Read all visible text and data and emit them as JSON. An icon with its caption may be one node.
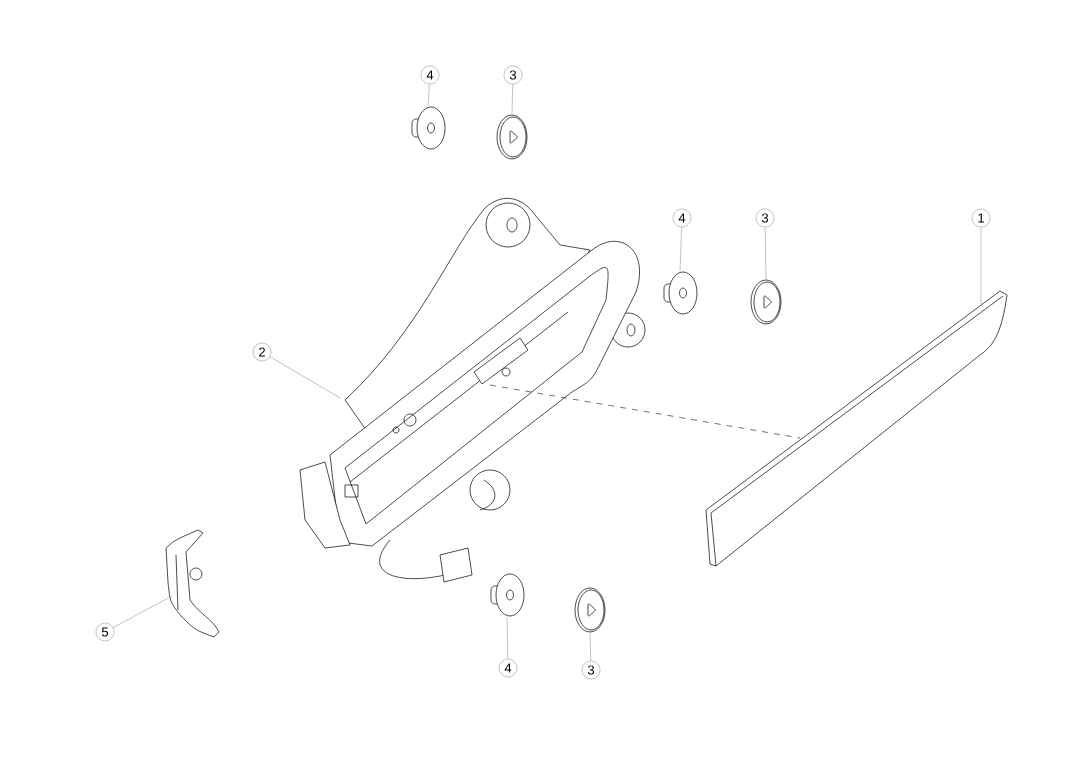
{
  "diagram": {
    "nodes": [
      {
        "text": [
          "4"
        ]
      },
      {
        "text": [],
        "shape": "picture"
      },
      {
        "text": [
          "3"
        ]
      },
      {
        "text": [],
        "shape": "picture"
      },
      {
        "text": [
          "4"
        ]
      },
      {
        "text": [],
        "shape": "picture"
      },
      {
        "text": [
          "3"
        ]
      },
      {
        "text": [],
        "shape": "picture"
      },
      {
        "text": [
          "1"
        ]
      },
      {
        "text": [],
        "shape": "picture"
      },
      {
        "text": [
          "2"
        ]
      },
      {
        "text": [],
        "shape": "picture"
      },
      {
        "text": [
          "5"
        ]
      },
      {
        "text": [],
        "shape": "picture"
      },
      {
        "text": [
          "4"
        ]
      },
      {
        "text": [],
        "shape": "picture"
      },
      {
        "text": [
          "3"
        ]
      },
      {
        "text": [],
        "shape": "picture"
      }
    ],
    "edges": [
      {
        "from": 0,
        "to": 1,
        "arrow": "none"
      },
      {
        "from": 2,
        "to": 3,
        "arrow": "none"
      },
      {
        "from": 4,
        "to": 5,
        "arrow": "none"
      },
      {
        "from": 6,
        "to": 7,
        "arrow": "none"
      },
      {
        "from": 8,
        "to": 9,
        "arrow": "none"
      },
      {
        "from": 10,
        "to": 11,
        "arrow": "none"
      },
      {
        "from": 12,
        "to": 13,
        "arrow": "none"
      },
      {
        "from": 14,
        "to": 15,
        "arrow": "none"
      },
      {
        "from": 16,
        "to": 17,
        "arrow": "none"
      },
      {
        "from": 11,
        "to": 9,
        "arrow": "none",
        "style": "dashed",
        "color": "#333333"
      }
    ]
  }
}
